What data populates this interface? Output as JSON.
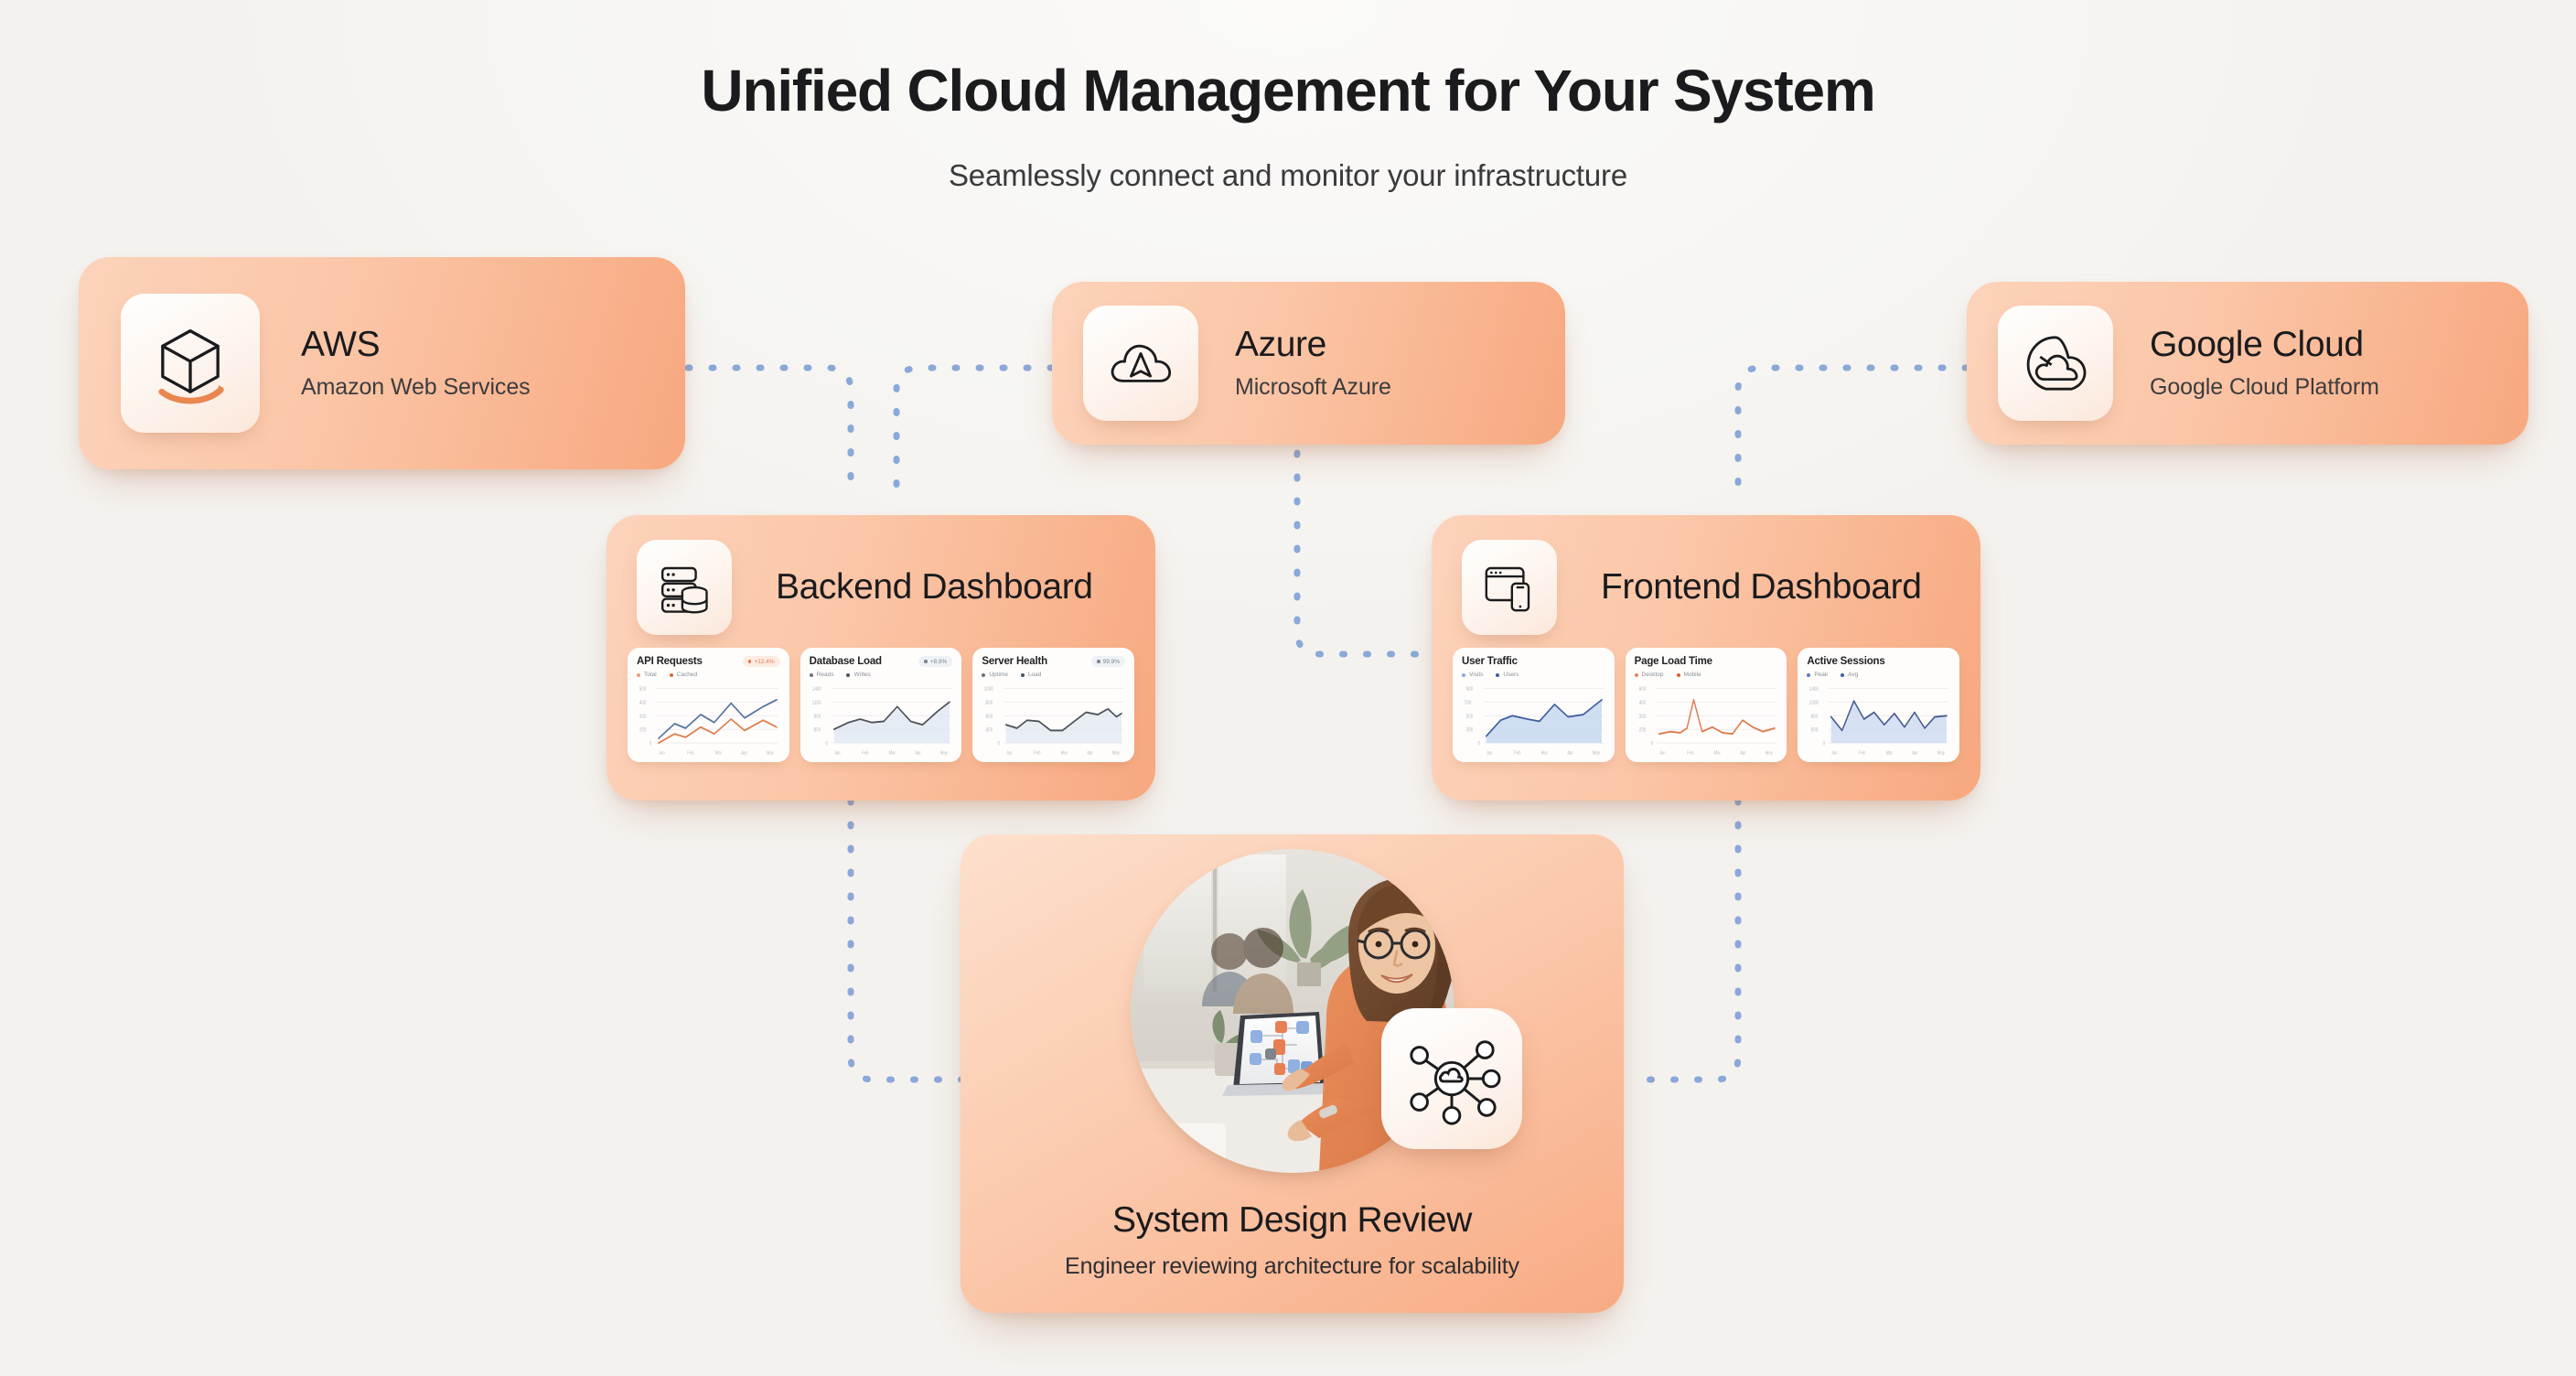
{
  "header": {
    "title": "Unified Cloud Management for Your System",
    "subtitle": "Seamlessly connect and monitor your infrastructure"
  },
  "colors": {
    "background": "#f7f6f4",
    "card_light": "#fcd3bb",
    "card_dark": "#f7a87f",
    "connector": "#8aa8d8",
    "accent_orange": "#e07a4e",
    "accent_blue": "#5b7fc4",
    "text_primary": "#1b1b1d",
    "text_secondary": "#3c3c3e"
  },
  "providers": [
    {
      "id": "aws",
      "icon": "aws-cube-icon",
      "title": "AWS",
      "subtitle": "Amazon Web Services"
    },
    {
      "id": "azure",
      "icon": "azure-cloud-icon",
      "title": "Azure",
      "subtitle": "Microsoft Azure"
    },
    {
      "id": "gcp",
      "icon": "google-cloud-icon",
      "title": "Google Cloud",
      "subtitle": "Google Cloud Platform"
    }
  ],
  "dashboards": [
    {
      "id": "backend",
      "icon": "server-database-icon",
      "title": "Backend Dashboard",
      "charts": [
        {
          "title": "API Requests",
          "badge": "+12.4%",
          "badge_style": "orange",
          "legend": [
            {
              "label": "Total",
              "color": "#e8a07c"
            },
            {
              "label": "Cached",
              "color": "#e0663a"
            }
          ],
          "ticks": [
            "500",
            "400",
            "300",
            "200",
            "0"
          ],
          "xticks": [
            "Jan",
            "Feb",
            "Mar",
            "Apr",
            "May"
          ]
        },
        {
          "title": "Database Load",
          "badge": "+8.9%",
          "badge_style": "grey",
          "legend": [
            {
              "label": "Reads",
              "color": "#6b7280"
            },
            {
              "label": "Writes",
              "color": "#4b5563"
            }
          ],
          "ticks": [
            "1400",
            "1100",
            "900",
            "600",
            "0"
          ],
          "xticks": [
            "Jan",
            "Feb",
            "Mar",
            "Apr",
            "May"
          ]
        },
        {
          "title": "Server Health",
          "badge": "99.9%",
          "badge_style": "grey",
          "legend": [
            {
              "label": "Uptime",
              "color": "#6b7280"
            },
            {
              "label": "Load",
              "color": "#4b5563"
            }
          ],
          "ticks": [
            "1000",
            "800",
            "600",
            "400",
            "0"
          ],
          "xticks": [
            "Jan",
            "Feb",
            "Mar",
            "Apr",
            "May"
          ]
        }
      ]
    },
    {
      "id": "frontend",
      "icon": "browser-mobile-icon",
      "title": "Frontend Dashboard",
      "charts": [
        {
          "title": "User Traffic",
          "badge": "",
          "badge_style": "none",
          "legend": [
            {
              "label": "Visits",
              "color": "#8fa9d6"
            },
            {
              "label": "Users",
              "color": "#3f5f9e"
            }
          ],
          "ticks": [
            "900",
            "700",
            "500",
            "300",
            "0"
          ],
          "xticks": [
            "Jan",
            "Feb",
            "Mar",
            "Apr",
            "May"
          ]
        },
        {
          "title": "Page Load Time",
          "badge": "",
          "badge_style": "none",
          "legend": [
            {
              "label": "Desktop",
              "color": "#e8825a"
            },
            {
              "label": "Mobile",
              "color": "#d9623a"
            }
          ],
          "ticks": [
            "600",
            "400",
            "300",
            "200",
            "0"
          ],
          "xticks": [
            "Jan",
            "Feb",
            "Mar",
            "Apr",
            "May"
          ]
        },
        {
          "title": "Active Sessions",
          "badge": "",
          "badge_style": "none",
          "legend": [
            {
              "label": "Peak",
              "color": "#5b7fc4"
            },
            {
              "label": "Avg",
              "color": "#3f5f9e"
            }
          ],
          "ticks": [
            "1400",
            "1000",
            "800",
            "600",
            "0"
          ],
          "xticks": [
            "Jan",
            "Feb",
            "Mar",
            "Apr",
            "May"
          ]
        }
      ]
    }
  ],
  "feature": {
    "id": "system-design-review",
    "title": "System Design Review",
    "subtitle": "Engineer reviewing architecture for scalability",
    "photo_alt": "Smiling engineer with glasses pointing at a laptop showing an architecture diagram in an office",
    "badge_icon": "cloud-network-hub-icon"
  },
  "chart_data": [
    {
      "type": "line",
      "title": "API Requests",
      "x": [
        "Jan",
        "Feb",
        "Mar",
        "Apr",
        "May"
      ],
      "series": [
        {
          "name": "Total",
          "values": [
            120,
            230,
            180,
            300,
            240,
            390,
            300,
            420
          ]
        },
        {
          "name": "Cached",
          "values": [
            40,
            150,
            110,
            215,
            160,
            300,
            220,
            270
          ]
        }
      ],
      "ylim": [
        0,
        500
      ],
      "ylabel": "",
      "xlabel": "",
      "grid": true,
      "legend": "top"
    },
    {
      "type": "area",
      "title": "Database Load",
      "x": [
        "Jan",
        "Feb",
        "Mar",
        "Apr",
        "May"
      ],
      "series": [
        {
          "name": "Reads",
          "values": [
            780,
            900,
            960,
            905,
            930,
            1110,
            930,
            880,
            1180
          ]
        }
      ],
      "ylim": [
        0,
        1400
      ],
      "grid": true,
      "legend": "top"
    },
    {
      "type": "area",
      "title": "Server Health",
      "x": [
        "Jan",
        "Feb",
        "Mar",
        "Apr",
        "May"
      ],
      "series": [
        {
          "name": "Uptime",
          "values": [
            790,
            760,
            840,
            820,
            710,
            720,
            830,
            920,
            900,
            950,
            830,
            870
          ]
        }
      ],
      "ylim": [
        0,
        1000
      ],
      "grid": true,
      "legend": "top"
    },
    {
      "type": "area",
      "title": "User Traffic",
      "x": [
        "Jan",
        "Feb",
        "Mar",
        "Apr",
        "May"
      ],
      "series": [
        {
          "name": "Visits",
          "values": [
            300,
            520,
            600,
            560,
            540,
            720,
            600,
            620,
            880
          ]
        }
      ],
      "ylim": [
        0,
        900
      ],
      "grid": true,
      "legend": "top"
    },
    {
      "type": "line",
      "title": "Page Load Time",
      "x": [
        "Jan",
        "Feb",
        "Mar",
        "Apr",
        "May"
      ],
      "series": [
        {
          "name": "Desktop",
          "values": [
            200,
            230,
            205,
            560,
            250,
            300,
            230,
            210,
            330,
            260,
            290
          ]
        }
      ],
      "ylim": [
        0,
        600
      ],
      "grid": true,
      "legend": "top"
    },
    {
      "type": "area",
      "title": "Active Sessions",
      "x": [
        "Jan",
        "Feb",
        "Mar",
        "Apr",
        "May"
      ],
      "series": [
        {
          "name": "Peak",
          "values": [
            820,
            660,
            1130,
            800,
            900,
            700,
            880,
            690,
            900,
            670,
            820,
            830
          ]
        }
      ],
      "ylim": [
        0,
        1400
      ],
      "grid": true,
      "legend": "top"
    }
  ],
  "connectors": [
    {
      "from": "aws",
      "to": "backend"
    },
    {
      "from": "azure",
      "to": "backend"
    },
    {
      "from": "azure",
      "to": "frontend"
    },
    {
      "from": "gcp",
      "to": "frontend"
    },
    {
      "from": "backend",
      "to": "system-design-review"
    },
    {
      "from": "frontend",
      "to": "system-design-review"
    }
  ]
}
